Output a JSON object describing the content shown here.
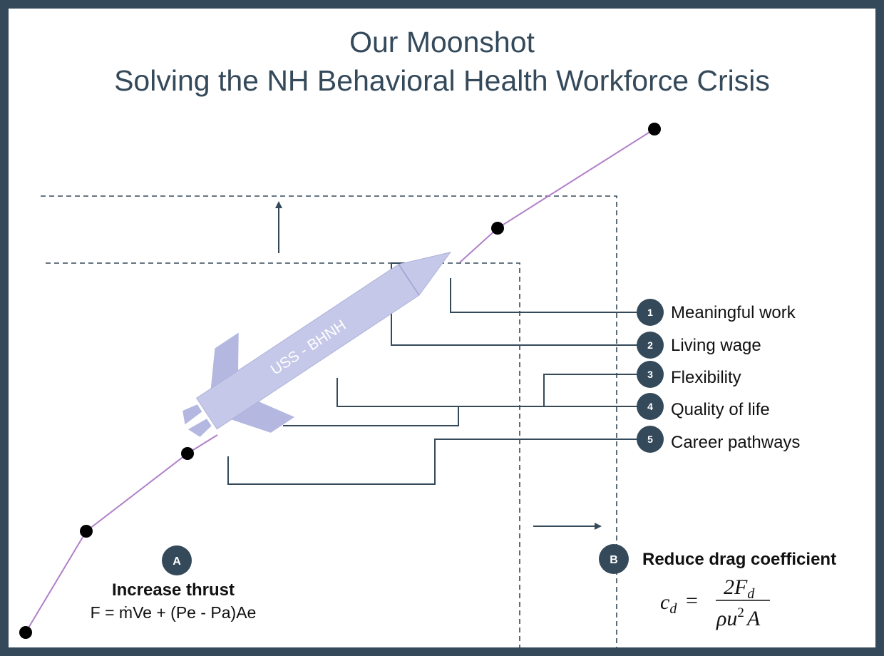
{
  "title": {
    "line1": "Our Moonshot",
    "line2": "Solving the NH Behavioral Health Workforce Crisis"
  },
  "rocket": {
    "label": "USS - BHNH",
    "color": "#c5c8e8"
  },
  "factors": [
    {
      "number": "1",
      "label": "Meaningful work"
    },
    {
      "number": "2",
      "label": "Living wage"
    },
    {
      "number": "3",
      "label": "Flexibility"
    },
    {
      "number": "4",
      "label": "Quality of life"
    },
    {
      "number": "5",
      "label": "Career pathways"
    }
  ],
  "section_a": {
    "badge": "A",
    "heading": "Increase thrust",
    "formula": "F = ṁVe + (Pe - Pa)Ae"
  },
  "section_b": {
    "badge": "B",
    "heading": "Reduce drag coefficient",
    "formula_lhs": "c",
    "formula_lhs_sub": "d",
    "formula_eq": "=",
    "formula_num": "2F",
    "formula_num_sub": "d",
    "formula_den": "ρu",
    "formula_den_sup": "2",
    "formula_den_tail": "A"
  },
  "colors": {
    "frame": "#34495a",
    "badge": "#34495a",
    "trajectory": "#b07fc9",
    "connector": "#34495a"
  }
}
